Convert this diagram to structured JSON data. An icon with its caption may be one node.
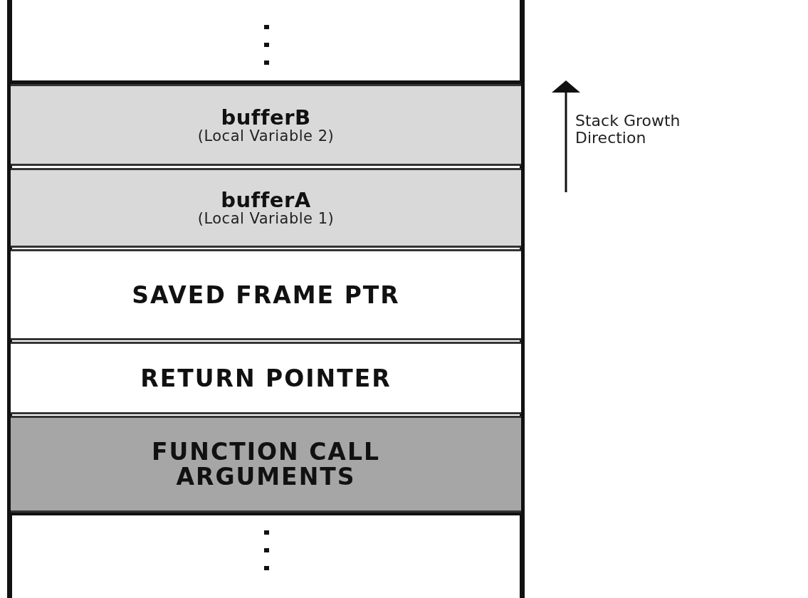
{
  "diagram": {
    "nodes": [
      {
        "text": [
          "bufferB",
          "(Local Variable 2)"
        ]
      },
      {
        "text": [
          "bufferA",
          "(Local Variable 1)"
        ]
      },
      {
        "text": [
          "SAVED FRAME PTR"
        ]
      },
      {
        "text": [
          "RETURN POINTER"
        ]
      },
      {
        "text": [
          "FUNCTION CALL ARGUMENTS"
        ]
      }
    ],
    "labels": [
      "Stack Growth Direction"
    ]
  }
}
